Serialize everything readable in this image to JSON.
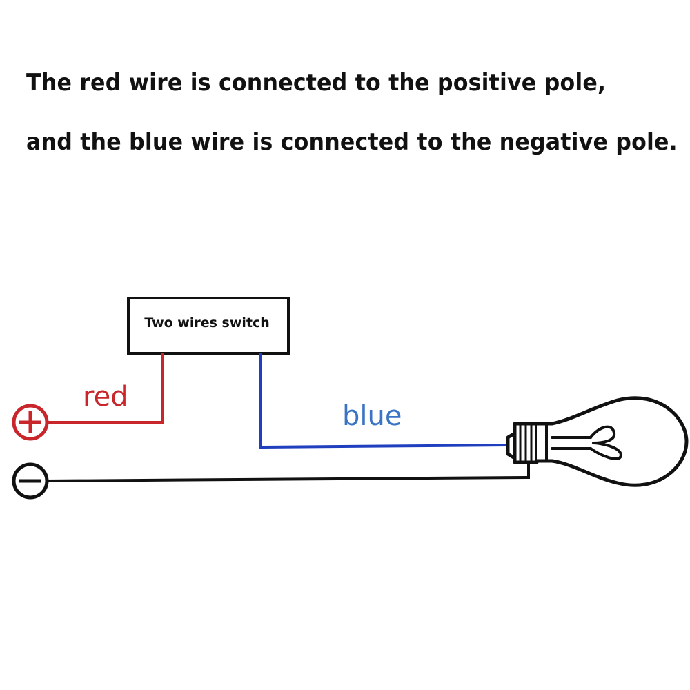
{
  "caption": {
    "line1": "The red wire is connected to the positive pole,",
    "line2": "and the blue wire is connected to the negative pole."
  },
  "switch": {
    "label": "Two wires switch"
  },
  "wires": {
    "red_label": "red",
    "blue_label": "blue"
  },
  "colors": {
    "red": "#c8262b",
    "blue": "#1f3fbf",
    "blue_text": "#3b74c4",
    "black": "#111111"
  },
  "icons": {
    "positive": "plus-circle-icon",
    "negative": "minus-circle-icon",
    "bulb": "light-bulb-icon"
  }
}
